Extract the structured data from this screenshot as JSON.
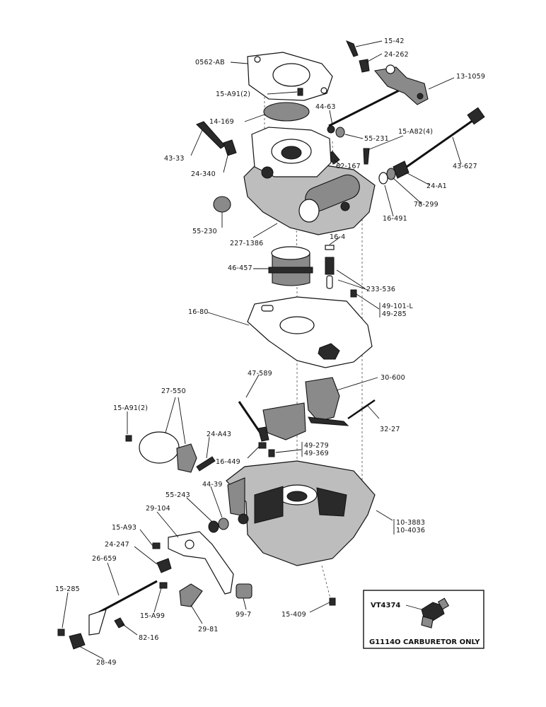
{
  "callouts": {
    "c_15_42": "15-42",
    "c_24_262": "24-262",
    "c_0562_ab": "0562-AB",
    "c_13_1059": "13-1059",
    "c_15_a91_top": "15-A91(2)",
    "c_44_63": "44-63",
    "c_14_169": "14-169",
    "c_55_231": "55-231",
    "c_15_a82": "15-A82(4)",
    "c_43_33": "43-33",
    "c_62_167": "62-167",
    "c_43_627": "43-627",
    "c_24_340": "24-340",
    "c_24_a1": "24-A1",
    "c_78_299": "78-299",
    "c_16_491": "16-491",
    "c_55_230": "55-230",
    "c_227_1386": "227-1386",
    "c_16_4": "16-4",
    "c_46_457": "46-457",
    "c_233_536": "233-536",
    "c_49_101_l": "49-101-L",
    "c_49_285": "49-285",
    "c_16_80": "16-80",
    "c_47_589": "47-589",
    "c_30_600": "30-600",
    "c_27_550": "27-550",
    "c_15_a91_mid": "15-A91(2)",
    "c_32_27": "32-27",
    "c_24_a43": "24-A43",
    "c_49_279": "49-279",
    "c_49_369": "49-369",
    "c_16_449": "16-449",
    "c_44_39": "44-39",
    "c_55_243": "55-243",
    "c_29_104": "29-104",
    "c_10_3883": "10-3883",
    "c_10_4036": "10-4036",
    "c_15_a93": "15-A93",
    "c_24_247": "24-247",
    "c_26_659": "26-659",
    "c_15_285": "15-285",
    "c_15_a99": "15-A99",
    "c_99_7": "99-7",
    "c_15_409": "15-409",
    "c_29_81": "29-81",
    "c_82_16": "82-16",
    "c_28_49": "28-49"
  },
  "inset": {
    "part": "VT4374",
    "caption": "G1114O CARBURETOR ONLY"
  }
}
